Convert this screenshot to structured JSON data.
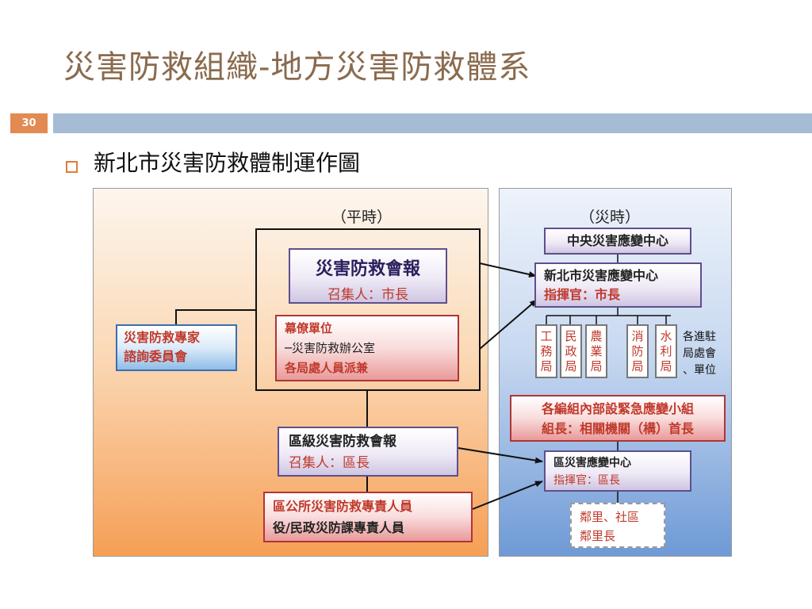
{
  "slide": {
    "title": "災害防救組織-地方災害防救體系",
    "page_number": "30",
    "bullet": "新北市災害防救體制運作圖"
  },
  "diagram": {
    "normal": {
      "heading": "（平時）",
      "council": {
        "title": "災害防救會報",
        "convener": "召集人：市長"
      },
      "staff": {
        "line1": "幕僚單位",
        "line2": "─災害防救辦公室",
        "line3": "各局處人員派兼"
      },
      "experts": {
        "line1": "災害防救專家",
        "line2": "諮詢委員會"
      },
      "district_council": {
        "title": "區級災害防救會報",
        "convener": "召集人：區長"
      },
      "district_staff": {
        "line1": "區公所災害防救專責人員",
        "line2": "役/民政災防課專責人員"
      }
    },
    "disaster": {
      "heading": "（災時）",
      "central": "中央災害應變中心",
      "city_center": {
        "title": "新北市災害應變中心",
        "commander": "指揮官：市長"
      },
      "bureaus": [
        "工務局",
        "民政局",
        "農業局",
        "消防局",
        "水利局"
      ],
      "other_units": {
        "line1": "各進駐",
        "line2": "局處會",
        "line3": "、單位"
      },
      "task_group": {
        "line1": "各編組內部設緊急應變小組",
        "line2": "組長：相關機關（構）首長"
      },
      "district_center": {
        "title": "區災害應變中心",
        "commander": "指揮官：區長"
      },
      "village": {
        "line1": "鄰里、社區",
        "line2": "鄰里長"
      }
    }
  }
}
